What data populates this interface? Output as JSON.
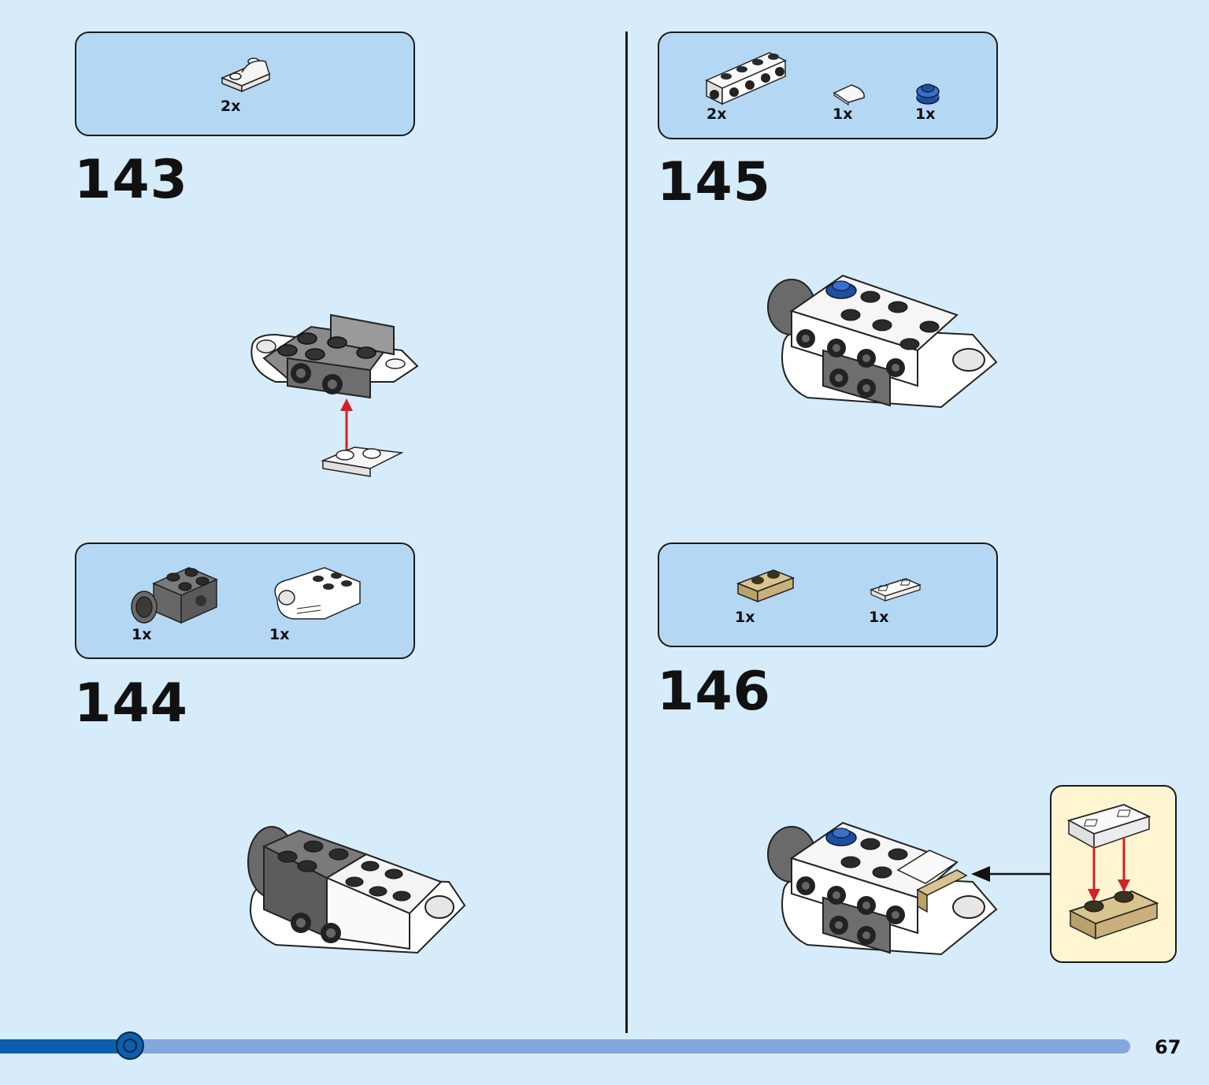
{
  "steps": [
    {
      "number": "143",
      "parts": [
        {
          "qty": "2x",
          "icon": "curved-slope-plate-white-icon"
        }
      ]
    },
    {
      "number": "144",
      "parts": [
        {
          "qty": "1x",
          "icon": "technic-brick-pin-hole-dark-gray-icon"
        },
        {
          "qty": "1x",
          "icon": "pin-connector-white-icon"
        }
      ]
    },
    {
      "number": "145",
      "parts": [
        {
          "qty": "2x",
          "icon": "technic-brick-1x4-white-icon"
        },
        {
          "qty": "1x",
          "icon": "quarter-round-tile-white-icon"
        },
        {
          "qty": "1x",
          "icon": "round-plate-blue-icon"
        }
      ]
    },
    {
      "number": "146",
      "parts": [
        {
          "qty": "1x",
          "icon": "jumper-plate-tan-icon"
        },
        {
          "qty": "1x",
          "icon": "tile-with-slot-white-icon"
        }
      ]
    }
  ],
  "colors": {
    "background": "#d6ecfb",
    "parts_box": "#b4d8f4",
    "callout": "#fff5d1",
    "arrow": "#d32027",
    "progress": "#0b5fad",
    "progress_track": "#84a8de"
  },
  "progress": {
    "fraction": 0.115
  },
  "page_number": "67"
}
